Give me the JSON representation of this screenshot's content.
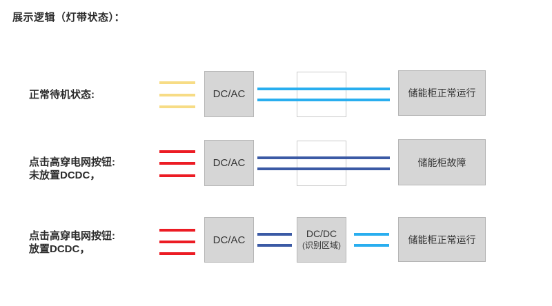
{
  "title": "展示逻辑（灯带状态）：",
  "colors": {
    "standby_yellow": "#F7DC85",
    "alarm_red": "#EC1C24",
    "run_cyan": "#29AEEF",
    "fault_blue": "#3B5AA5",
    "box_fill": "#D6D6D6",
    "box_border": "#B5B5B5",
    "pass_box_border": "#C9C9C9",
    "text": "#2B2B2B"
  },
  "rows": [
    {
      "label_line1": "正常待机状态:",
      "dcac_label": "DC/AC",
      "end_label": "储能柜正常运行"
    },
    {
      "label_line1": "点击高穿电网按钮:",
      "label_line2": "未放置DCDC，",
      "dcac_label": "DC/AC",
      "end_label": "储能柜故障"
    },
    {
      "label_line1": "点击高穿电网按钮:",
      "label_line2": "放置DCDC，",
      "dcac_label": "DC/AC",
      "dcdc_label_line1": "DC/DC",
      "dcdc_label_line2": "(识别区域)",
      "end_label": "储能柜正常运行"
    }
  ]
}
